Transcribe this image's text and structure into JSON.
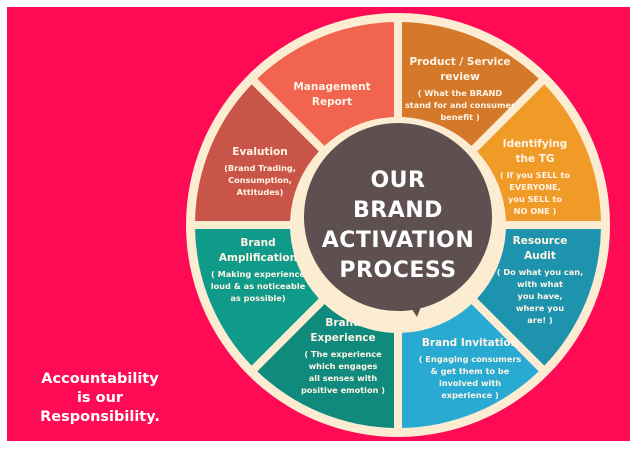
{
  "colors": {
    "background": "#fe0a55",
    "ring": "#fbecd2",
    "center": "#5e5050",
    "segments": [
      "#d4792a",
      "#f09a28",
      "#1e93ad",
      "#28aad2",
      "#0f8a7c",
      "#0f9a8a",
      "#c95548",
      "#f06450"
    ]
  },
  "center": {
    "lines": [
      "OUR",
      "BRAND",
      "ACTIVATION",
      "PROCESS"
    ]
  },
  "segments": [
    {
      "id": "product-service-review",
      "title": [
        "Product / Service",
        "review"
      ],
      "desc": [
        "( What the BRAND",
        "stand for and consumer",
        "benefit )"
      ]
    },
    {
      "id": "identifying-the-tg",
      "title": [
        "Identifying",
        "the TG"
      ],
      "desc": [
        "( If you SELL to",
        "EVERYONE,",
        "you SELL to",
        "NO ONE )"
      ]
    },
    {
      "id": "resource-audit",
      "title": [
        "Resource",
        "Audit"
      ],
      "desc": [
        "( Do what you can,",
        "with what",
        "you have,",
        "where you",
        "are! )"
      ]
    },
    {
      "id": "brand-invitation",
      "title": [
        "Brand Invitation"
      ],
      "desc": [
        "( Engaging consumers",
        "& get them to be",
        "involved with",
        "experience )"
      ]
    },
    {
      "id": "brand-experience",
      "title": [
        "Brand",
        "Experience"
      ],
      "desc": [
        "( The experience",
        "which engages",
        "all senses with",
        "positive emotion )"
      ]
    },
    {
      "id": "brand-amplification",
      "title": [
        "Brand",
        "Amplification"
      ],
      "desc": [
        "( Making experience",
        "loud & as noticeable",
        "as possible)"
      ]
    },
    {
      "id": "evalution",
      "title": [
        "Evalution"
      ],
      "desc": [
        "(Brand Trading,",
        "Consumption,",
        "Attitudes)"
      ]
    },
    {
      "id": "management-report",
      "title": [
        "Management",
        "Report"
      ],
      "desc": []
    }
  ],
  "tagline": [
    "Accountability",
    "is our",
    "Responsibility."
  ]
}
